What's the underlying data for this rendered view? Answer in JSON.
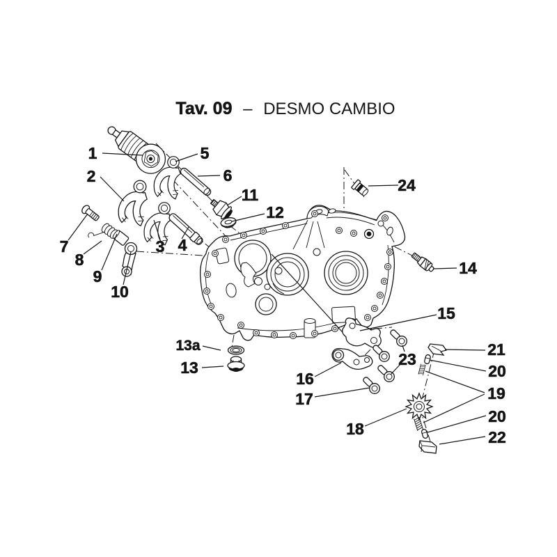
{
  "title": {
    "prefix": "Tav. 09",
    "separator": "–",
    "name": "DESMO CAMBIO"
  },
  "colors": {
    "ink": "#141414",
    "paper": "#ffffff"
  },
  "diagram": {
    "callouts": [
      {
        "label": "1"
      },
      {
        "label": "2"
      },
      {
        "label": "3"
      },
      {
        "label": "4"
      },
      {
        "label": "5"
      },
      {
        "label": "6"
      },
      {
        "label": "7"
      },
      {
        "label": "8"
      },
      {
        "label": "9"
      },
      {
        "label": "10"
      },
      {
        "label": "11"
      },
      {
        "label": "12"
      },
      {
        "label": "13a"
      },
      {
        "label": "13"
      },
      {
        "label": "14"
      },
      {
        "label": "15"
      },
      {
        "label": "16"
      },
      {
        "label": "17"
      },
      {
        "label": "18"
      },
      {
        "label": "19"
      },
      {
        "label": "20"
      },
      {
        "label": "20"
      },
      {
        "label": "21"
      },
      {
        "label": "22"
      },
      {
        "label": "23"
      },
      {
        "label": "24"
      }
    ]
  }
}
